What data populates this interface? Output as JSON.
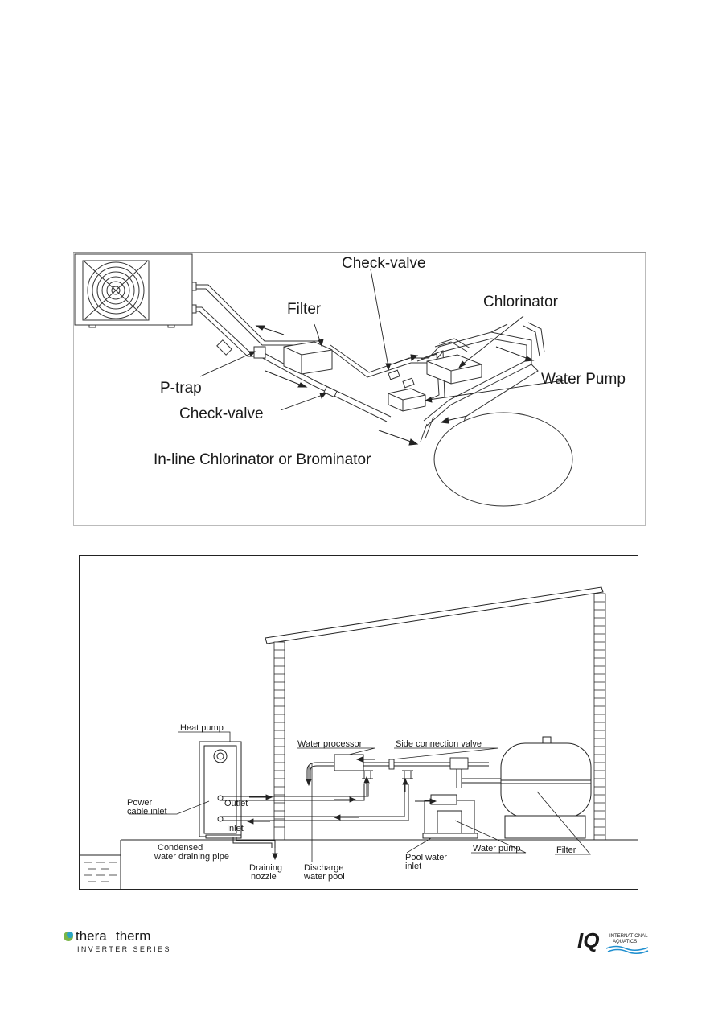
{
  "figure1": {
    "labels": {
      "check_valve_top": "Check-valve",
      "filter": "Filter",
      "chlorinator": "Chlorinator",
      "water_pump": "Water Pump",
      "p_trap": "P-trap",
      "check_valve_bottom": "Check-valve",
      "inline": "In-line Chlorinator or Brominator"
    }
  },
  "figure2": {
    "labels": {
      "heat_pump": "Heat pump",
      "water_processor": "Water processor",
      "side_valve": "Side connection valve",
      "power_l1": "Power",
      "power_l2": "cable inlet",
      "outlet": "Outlet",
      "inlet": "Inlet",
      "condensed_l1": "Condensed",
      "condensed_l2": "water draining pipe",
      "draining_l1": "Draining",
      "draining_l2": "nozzle",
      "discharge_l1": "Discharge",
      "discharge_l2": "water pool",
      "pool_inlet_l1": "Pool water",
      "pool_inlet_l2": "inlet",
      "water_pump": "Water pump",
      "filter": "Filter"
    }
  },
  "footer": {
    "brand_part1": "thera",
    "brand_part2": "therm",
    "brand_sub": "INVERTER SERIES",
    "iq_mark": "IQ",
    "iq_line1": "INTERNATIONAL",
    "iq_line2": "AQUATICS",
    "colors": {
      "brand_gray": "#7d8288",
      "brand_teal": "#2aa4c3",
      "iq_blue": "#1f8fcf"
    }
  }
}
